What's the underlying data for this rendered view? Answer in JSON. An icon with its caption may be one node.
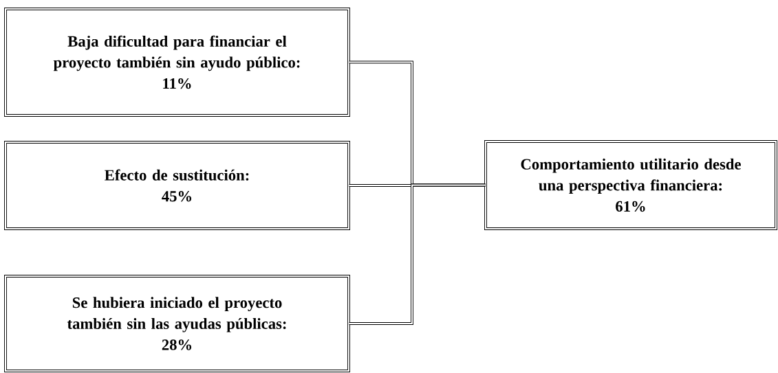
{
  "diagram": {
    "nodes": [
      {
        "text": [
          "Baja dificultad para financiar el proyecto también sin ayudo público:",
          "11%"
        ]
      },
      {
        "text": [
          "Efecto de sustitución:",
          "45%"
        ]
      },
      {
        "text": [
          "Se hubiera iniciado el proyecto también sin las ayudas públicas:",
          "28%"
        ]
      },
      {
        "text": [
          "Comportamiento utilitario desde una perspectiva financiera:",
          "61%"
        ]
      }
    ],
    "edges": [
      {
        "from": 0,
        "to": 3,
        "arrow": "none"
      },
      {
        "from": 1,
        "to": 3,
        "arrow": "none"
      },
      {
        "from": 2,
        "to": 3,
        "arrow": "none"
      }
    ]
  }
}
